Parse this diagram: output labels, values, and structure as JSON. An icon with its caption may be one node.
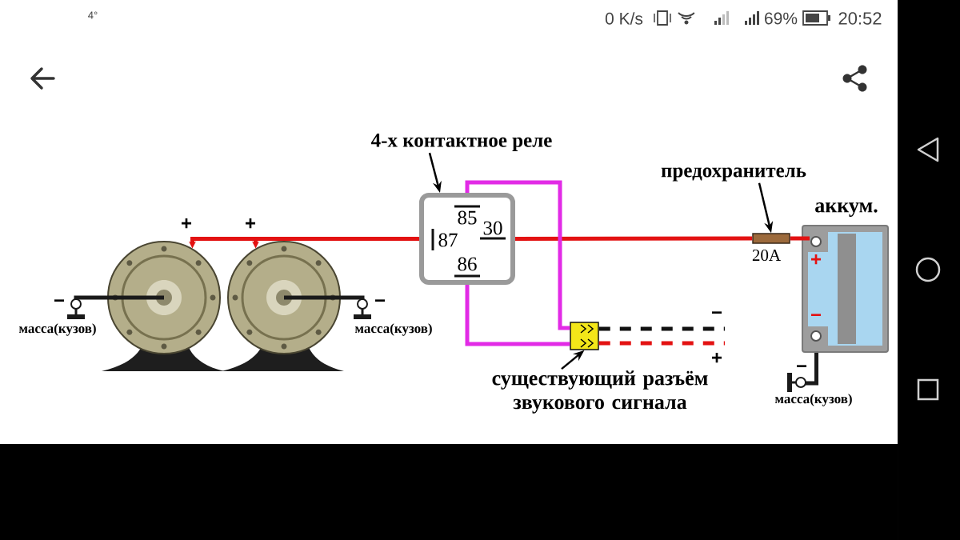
{
  "diagram": {
    "nodes": [
      {
        "text": [
          "85",
          "87",
          "30",
          "86"
        ]
      },
      {
        "text": [
          "4-х контактное реле"
        ]
      },
      {
        "text": [],
        "shape": "picture"
      },
      {
        "text": [],
        "shape": "picture"
      },
      {
        "text": [
          "масса(кузов)"
        ]
      },
      {
        "text": [
          "масса(кузов)"
        ]
      },
      {
        "text": [],
        "shape": "box",
        "beside": [
          "20A"
        ]
      },
      {
        "text": [
          "предохранитель"
        ]
      },
      {
        "text": [
          "аккум."
        ]
      },
      {
        "text": [
          "масса(кузов)"
        ]
      },
      {
        "text": [],
        "shape": "box"
      },
      {
        "text": [
          "существующий разъём звукового сигнала"
        ]
      }
    ],
    "edges": [
      {
        "from": 0,
        "to": 2,
        "arrow": "to",
        "color": "#e31212"
      },
      {
        "from": 0,
        "to": 3,
        "arrow": "to",
        "color": "#e31212"
      },
      {
        "from": 0,
        "to": 6,
        "arrow": "none",
        "color": "#e31212"
      },
      {
        "from": 6,
        "to": 8,
        "arrow": "none",
        "color": "#e31212"
      },
      {
        "from": 0,
        "to": 10,
        "arrow": "none",
        "color": "#e22be6"
      },
      {
        "from": 0,
        "to": 10,
        "arrow": "none",
        "color": "#e22be6"
      },
      {
        "from": 2,
        "to": 4,
        "arrow": "none",
        "color": "#1a1a1a"
      },
      {
        "from": 3,
        "to": 5,
        "arrow": "none",
        "color": "#1a1a1a"
      },
      {
        "from": 8,
        "to": 9,
        "arrow": "none",
        "color": "#1a1a1a"
      },
      {
        "from": 1,
        "to": 0,
        "arrow": "to",
        "color": "#000000"
      },
      {
        "from": 7,
        "to": 6,
        "arrow": "to",
        "color": "#000000"
      },
      {
        "from": 11,
        "to": 10,
        "arrow": "to",
        "color": "#000000"
      },
      {
        "from": 10,
        "to": null,
        "arrow": "none",
        "style": "dashed",
        "color": "#111111"
      },
      {
        "from": 10,
        "to": null,
        "arrow": "none",
        "style": "dashed",
        "color": "#e31212"
      }
    ],
    "labels": [
      "4°",
      "0 K/s",
      "69%",
      "20:52",
      "+",
      "+",
      "+",
      "−",
      "−",
      "−",
      "−",
      "+",
      "−"
    ]
  }
}
